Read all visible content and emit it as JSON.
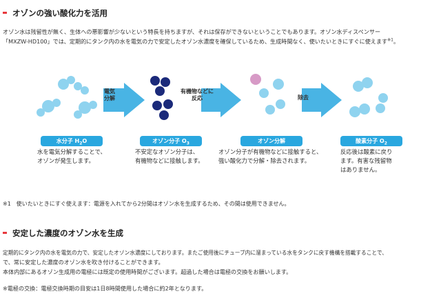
{
  "section1": {
    "title": "オゾンの強い酸化力を活用",
    "para_line1": "オゾン水は残留性が無く、生体への悪影響が少ないという特長を持ちますが、それは保存ができないということでもあります。オゾン水ディスペンサー",
    "para_line2": "「MXZW-HD100」では、定期的にタンク内の水を電気の力で安定したオゾン水濃度を確保しているため、生成時間なく、使いたいときにすぐに使えます",
    "para_note_mark": "※1",
    "para_end": "。"
  },
  "diagram": {
    "arrows": [
      {
        "line1": "電気",
        "line2": "分解"
      },
      {
        "line1": "有機物などに",
        "line2": "反応"
      },
      {
        "line1": "除去",
        "line2": ""
      }
    ],
    "stages": [
      {
        "label_text": "水分子 H",
        "label_sub": "2",
        "label_end": "O",
        "desc1": "水を電気分解することで、",
        "desc2": "オゾンが発生します。",
        "desc3": ""
      },
      {
        "label_text": "オゾン分子 O",
        "label_sub": "3",
        "label_end": "",
        "desc1": "不安定なオゾン分子は、",
        "desc2": "有機物などに接触します。",
        "desc3": ""
      },
      {
        "label_text": "オゾン分解",
        "label_sub": "",
        "label_end": "",
        "desc1": "オゾン分子が有機物などに接触すると、",
        "desc2": "強い酸化力で分解・除去されます。",
        "desc3": ""
      },
      {
        "label_text": "酸素分子 O",
        "label_sub": "2",
        "label_end": "",
        "desc1": "反応後は酸素に戻り",
        "desc2": "ます。有害な残留物",
        "desc3": "はありません。"
      }
    ],
    "colors": {
      "water": "#8fd3ef",
      "ozone": "#1b2a7a",
      "organic": "#d79ac6",
      "arrow": "#29a7df",
      "label": "#29a7df"
    }
  },
  "footnote": "※1　使いたいときにすぐ使えます：電源を入れてから2分間はオゾン水を生成するため、その間は使用できません。",
  "section2": {
    "title": "安定した濃度のオゾン水を生成",
    "line1": "定期的にタンク内の水を電気の力で、安定したオゾン水濃度にしております。またご使用後にチューブ内に溜まっている水をタンクに戻す機構を搭載することで、",
    "line2": "で、常に安定した濃度のオゾン水を吹き付けることができます。",
    "line3": "本体内部にあるオゾン生成用の電極には既定の使用時間がございます。超過した場合は電極の交換をお願いします。",
    "line4": "※電極の交換：電極交換時期の目安は1日8時間使用した場合に約2年となります。"
  }
}
